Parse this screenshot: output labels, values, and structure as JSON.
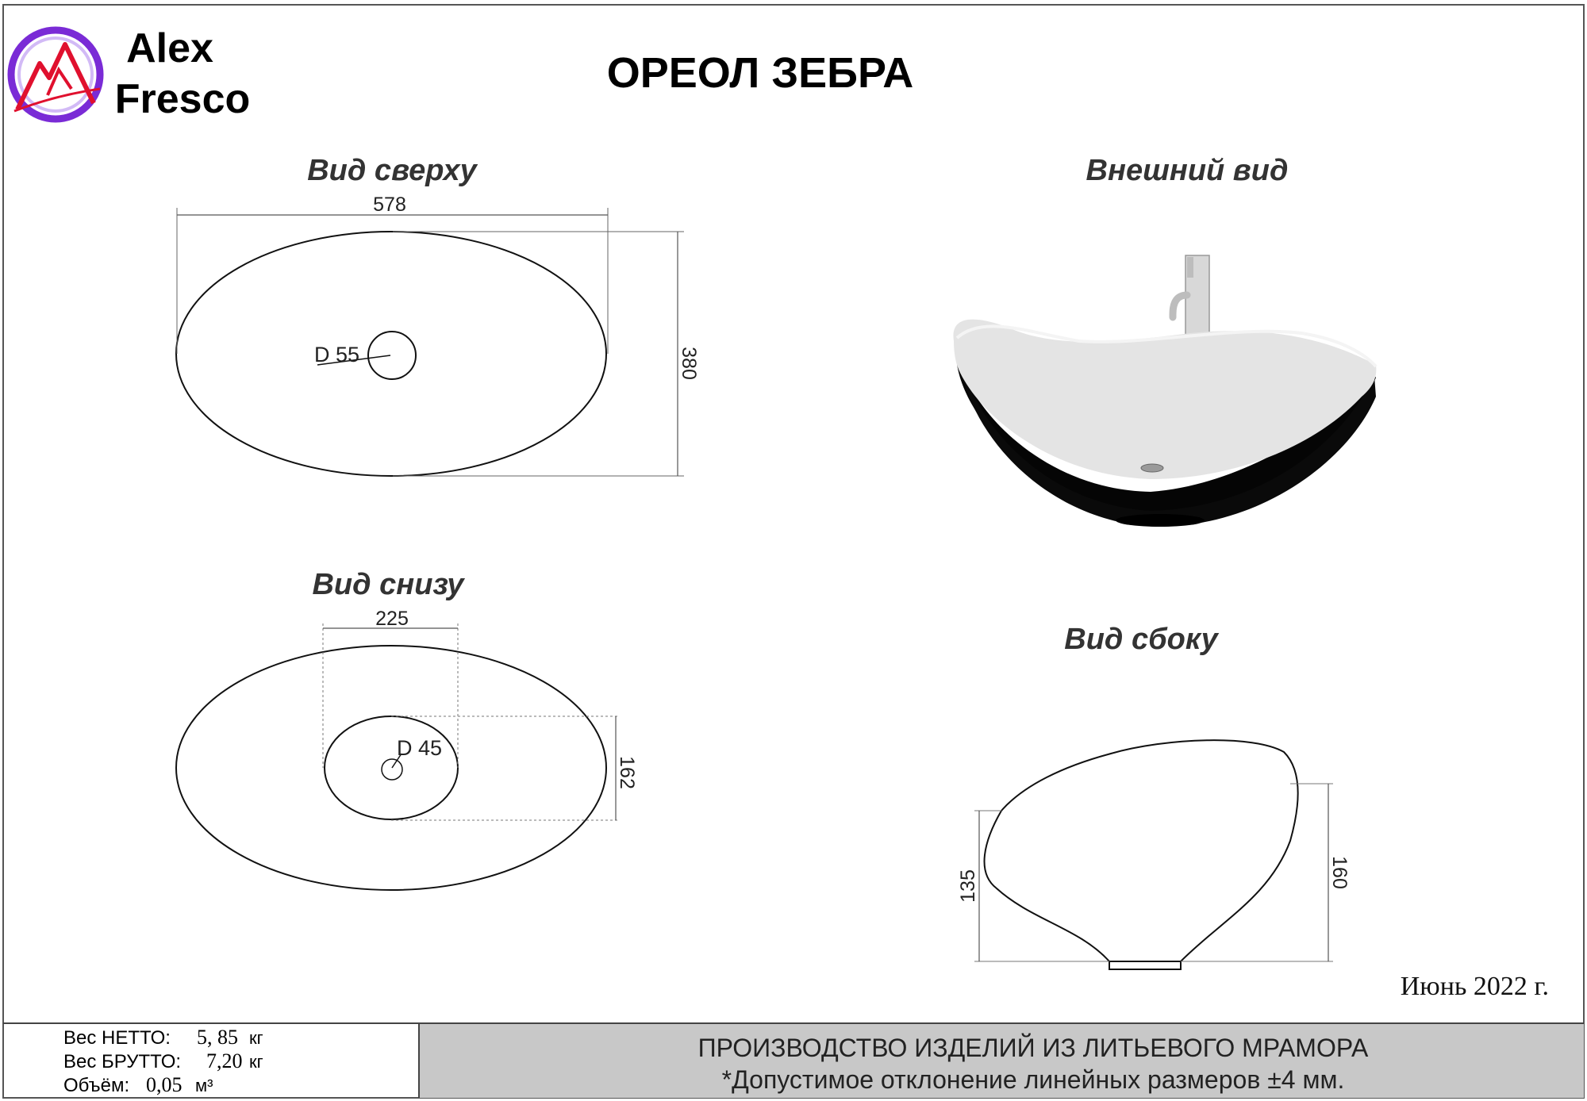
{
  "brand": {
    "line1": "Alex",
    "line2": "Fresco",
    "colors": {
      "ring": "#7a2bd6",
      "mountain": "#e0102e",
      "text": "#111111"
    }
  },
  "title": "ОРЕОЛ ЗЕБРА",
  "views": {
    "top": {
      "heading": "Вид сверху",
      "width": "578",
      "height": "380",
      "drain": "D 55"
    },
    "exterior": {
      "heading": "Внешний вид"
    },
    "bottom": {
      "heading": "Вид снизу",
      "base_width": "225",
      "base_height": "162",
      "drain": "D 45"
    },
    "side": {
      "heading": "Вид сбоку",
      "left_height": "135",
      "right_height": "160"
    }
  },
  "date": "Июнь 2022 г.",
  "specs": [
    {
      "label": "Вес НЕТТО:",
      "value": "5, 85",
      "unit": "кг"
    },
    {
      "label": "Вес БРУТТО:",
      "value": "7,20",
      "unit": "кг"
    },
    {
      "label": "Объём:",
      "value": "0,05",
      "unit": "м³"
    }
  ],
  "footer": {
    "line1": "ПРОИЗВОДСТВО ИЗДЕЛИЙ ИЗ ЛИТЬЕВОГО МРАМОРА",
    "line2": "*Допустимое отклонение линейных размеров ±4 мм.",
    "band_color": "#c8c8c8"
  }
}
